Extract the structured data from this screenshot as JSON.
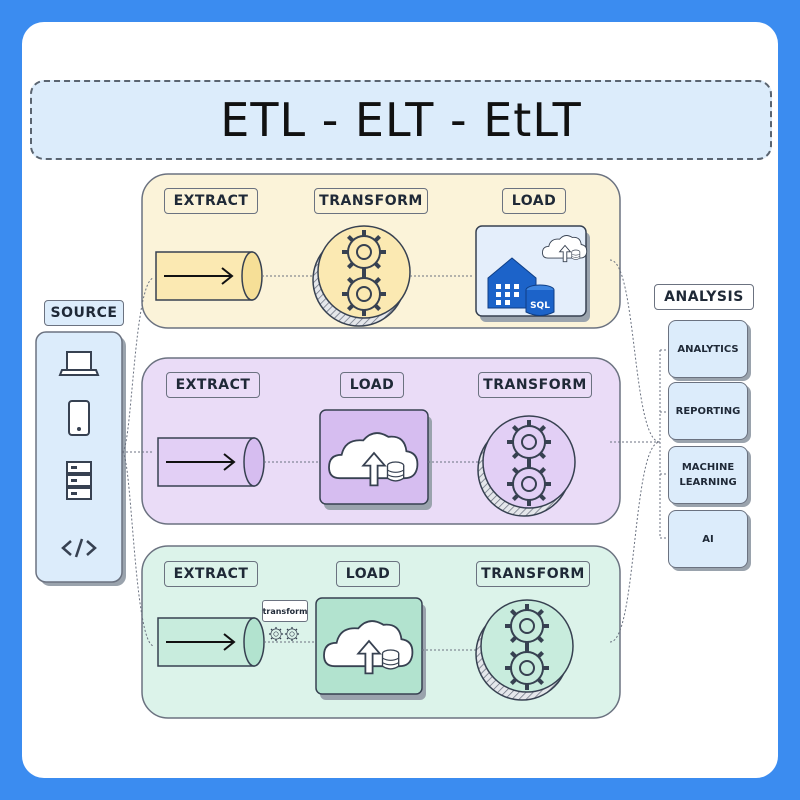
{
  "title": "ETL - ELT - EtLT",
  "source": {
    "label": "SOURCE",
    "icons": [
      "laptop-icon",
      "tablet-icon",
      "server-icon",
      "code-icon"
    ]
  },
  "analysis": {
    "label": "ANALYSIS",
    "items": [
      {
        "label": "ANALYTICS"
      },
      {
        "label": "REPORTING"
      },
      {
        "label": "MACHINE\nLEARNING"
      },
      {
        "label": "AI"
      }
    ]
  },
  "pipelines": [
    {
      "name": "ETL",
      "steps": [
        "EXTRACT",
        "TRANSFORM",
        "LOAD"
      ],
      "color": "#fbf3d9"
    },
    {
      "name": "ELT",
      "steps": [
        "EXTRACT",
        "LOAD",
        "TRANSFORM"
      ],
      "color": "#eadcf7"
    },
    {
      "name": "EtLT",
      "steps": [
        "EXTRACT",
        "LOAD",
        "TRANSFORM"
      ],
      "mini_step": "transform",
      "color": "#dcf3ea"
    }
  ],
  "warehouse_badge": "SQL",
  "colors": {
    "background": "#3b8cf0",
    "title_bg": "#dcecfb",
    "etl_lane": "#fbf3d9",
    "elt_lane": "#eadcf7",
    "etlt_lane": "#dcf3ea",
    "warehouse_blue": "#1c63c9"
  }
}
